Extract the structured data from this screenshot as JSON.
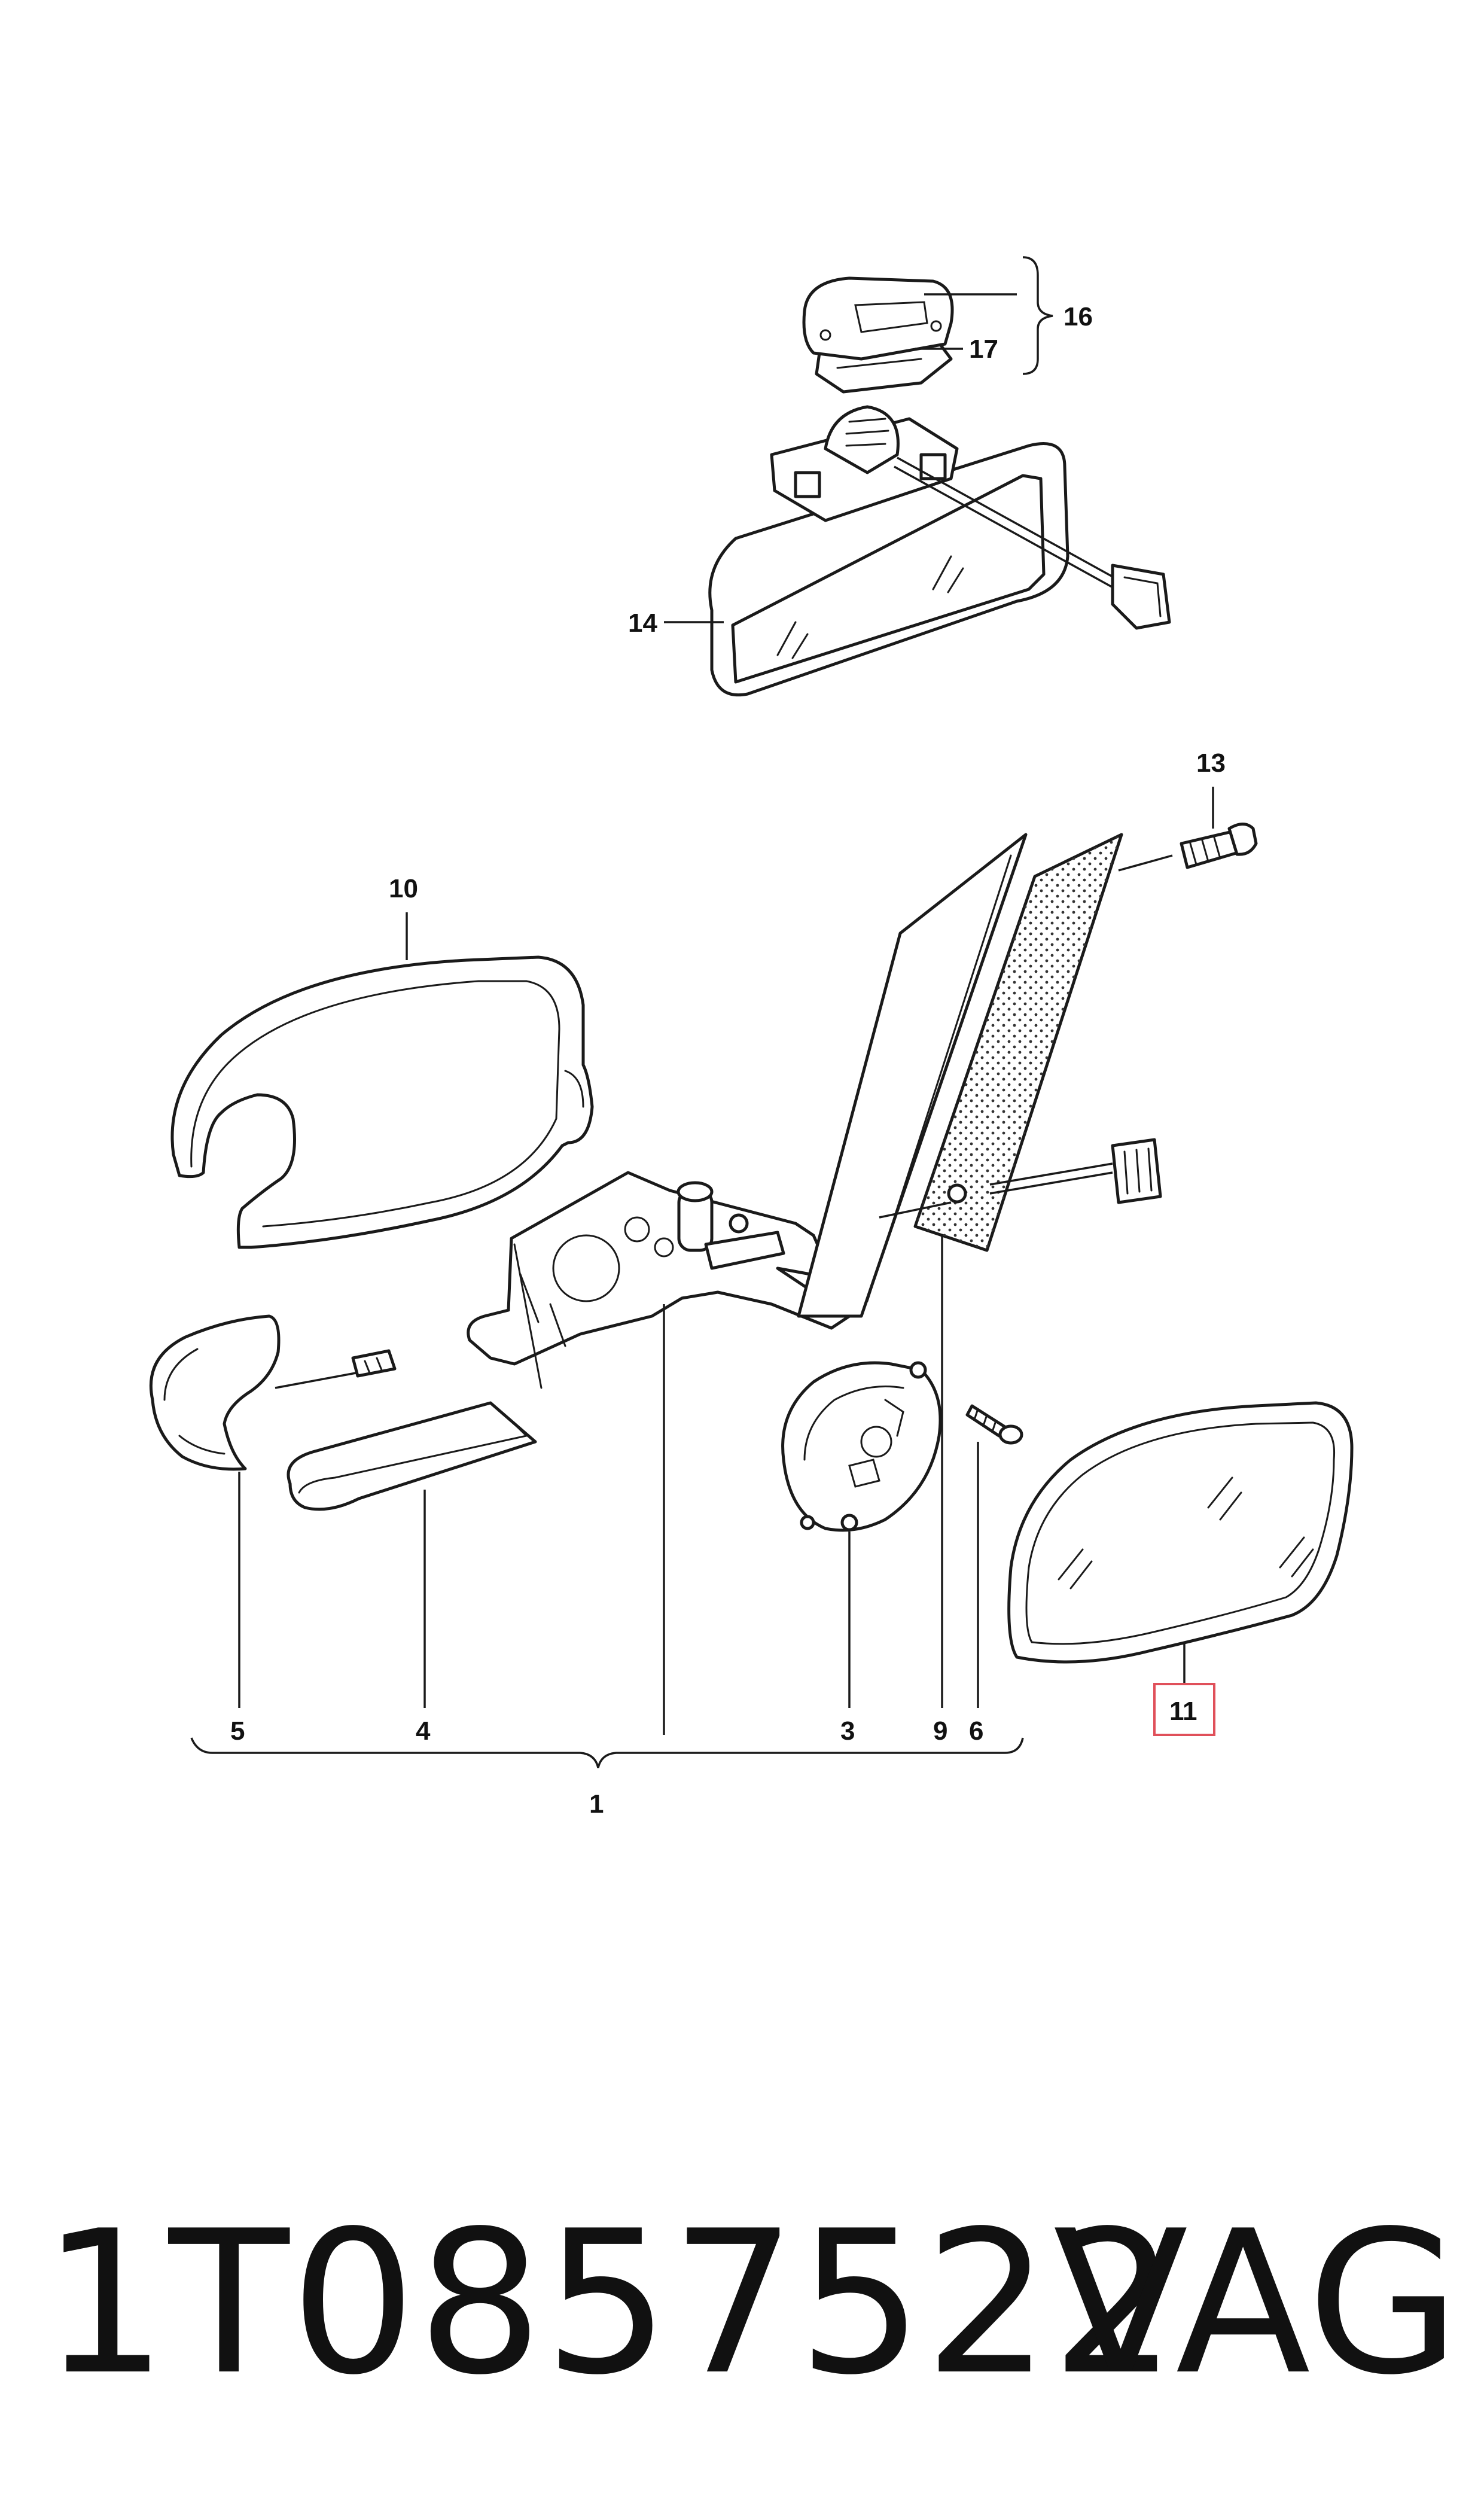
{
  "labels": {
    "l1": "1",
    "l3": "3",
    "l4": "4",
    "l5": "5",
    "l6": "6",
    "l9": "9",
    "l10": "10",
    "l11": "11",
    "l13": "13",
    "l14": "14",
    "l16": "16",
    "l17": "17"
  },
  "highlight": {
    "label": "11",
    "color": "#e0505a"
  },
  "footer": {
    "part_number": "1T0857522",
    "brand": "VAG"
  }
}
